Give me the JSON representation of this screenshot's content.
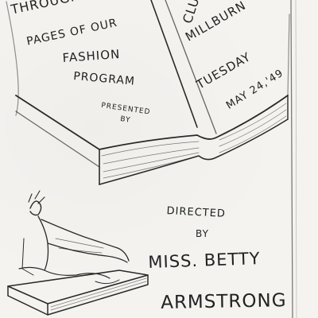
{
  "left_page": {
    "line1": "THROUGH THE",
    "line2": "PAGES OF OUR",
    "line3": "FASHION",
    "line4": "PROGRAM",
    "presented": "PRESENTED",
    "by": "BY"
  },
  "right_page": {
    "line1": "CLUB",
    "line2": "MILLBURN",
    "day": "TUESDAY",
    "date": "MAY 24,'49"
  },
  "credits": {
    "directed": "DIRECTED",
    "by": "BY",
    "name1": "MISS. BETTY",
    "name2": "ARMSTRONG"
  },
  "colors": {
    "paper": "#f4f3f0",
    "ink": "#2a2a2a"
  }
}
